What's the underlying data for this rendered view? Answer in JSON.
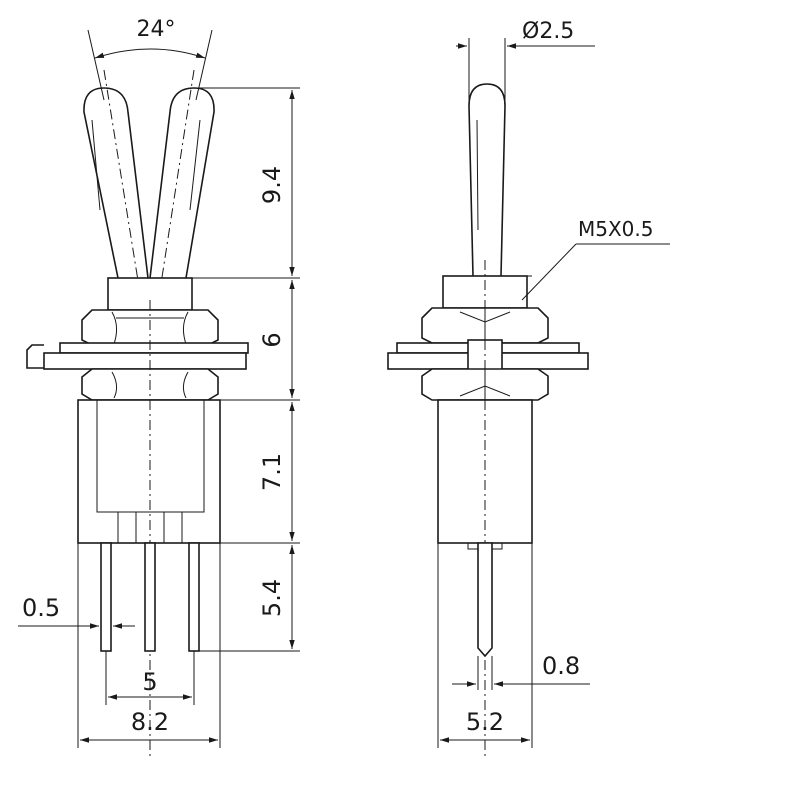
{
  "diagram": {
    "front_view": {
      "lever_angle": "24°",
      "lever_height": "9.4",
      "bushing_height": "6",
      "body_height": "7.1",
      "pin_length": "5.4",
      "pin_width": "0.5",
      "pin_pitch": "5",
      "body_width": "8.2"
    },
    "side_view": {
      "lever_diameter": "Ø2.5",
      "thread_spec": "M5X0.5",
      "pin_thickness": "0.8",
      "body_depth": "5.2"
    }
  },
  "colors": {
    "line": "#1a1a1a",
    "background": "#ffffff"
  }
}
